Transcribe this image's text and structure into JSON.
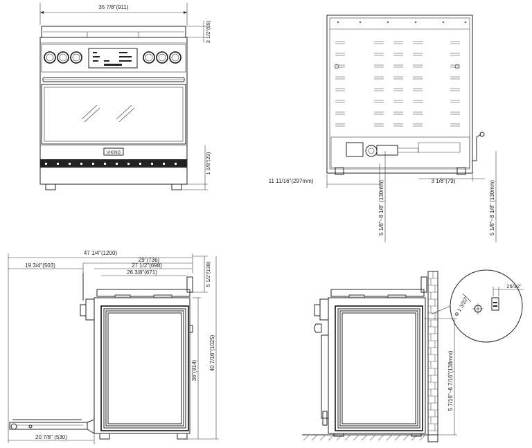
{
  "dimensions": {
    "front_width": "35 7/8\"(911)",
    "front_backguard_height": "3 1/2\"(89)",
    "front_leg_height": "1 1/8\"(29)",
    "rear_left_offset": "11 11/16\"(297mm)",
    "rear_right_offset": "3 1/8\"(79)",
    "rear_gas_height_left": "5 1/8\"~8 1/8\" (130mm)",
    "rear_gas_height_right": "5 1/8\"~8 1/8\" (130mm)",
    "side_depth_door_open": "47 1/4\"(1200)",
    "side_depth_overall": "29\"(736)",
    "side_depth_body": "27 1/2\"(698)",
    "side_depth_cooktop": "26 3/8\"(671)",
    "side_door_projection": "19 3/4\"(503)",
    "side_backguard_height": "5 1/2\"(138)",
    "side_cooktop_height": "36\"(914)",
    "side_overall_height": "40 7/16\"(1025)",
    "side_door_open_depth": "20 7/8\" (530)",
    "install_outlet_height": "5 7/16\"~8 7/16\"(138mm)",
    "install_hole_diameter": "Φ 1 3/32\"",
    "install_bracket_width": "25/32\""
  },
  "nameplate": "VIKING"
}
